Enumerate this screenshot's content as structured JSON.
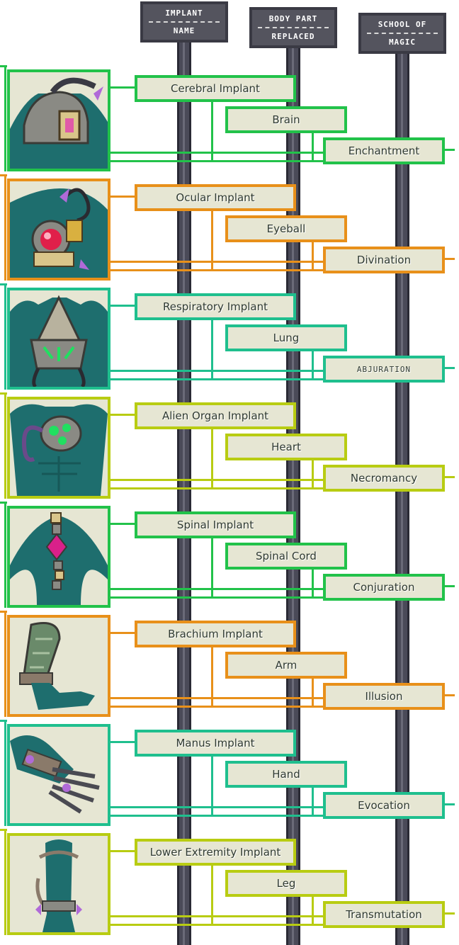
{
  "headers": [
    {
      "line1": "IMPLANT",
      "line2": "NAME"
    },
    {
      "line1": "BODY PART",
      "line2": "REPLACED"
    },
    {
      "line1": "SCHOOL OF",
      "line2": "MAGIC"
    }
  ],
  "colors": {
    "green": "#22c24a",
    "orange": "#e8901a",
    "teal": "#1fbf8e",
    "lime": "#b8cc12",
    "panel": "#e6e6d3",
    "pole": "#3a3a44"
  },
  "implants": [
    {
      "name": "Cerebral Implant",
      "part": "Brain",
      "school": "Enchantment",
      "color": "green",
      "icon": "cerebral-implant-icon"
    },
    {
      "name": "Ocular Implant",
      "part": "Eyeball",
      "school": "Divination",
      "color": "orange",
      "icon": "ocular-implant-icon"
    },
    {
      "name": "Respiratory Implant",
      "part": "Lung",
      "school": "ABJURATION",
      "color": "teal",
      "icon": "respiratory-implant-icon"
    },
    {
      "name": "Alien Organ Implant",
      "part": "Heart",
      "school": "Necromancy",
      "color": "lime",
      "icon": "alien-organ-implant-icon"
    },
    {
      "name": "Spinal Implant",
      "part": "Spinal Cord",
      "school": "Conjuration",
      "color": "green",
      "icon": "spinal-implant-icon"
    },
    {
      "name": "Brachium Implant",
      "part": "Arm",
      "school": "Illusion",
      "color": "orange",
      "icon": "brachium-implant-icon"
    },
    {
      "name": "Manus Implant",
      "part": "Hand",
      "school": "Evocation",
      "color": "teal",
      "icon": "manus-implant-icon"
    },
    {
      "name": "Lower Extremity Implant",
      "part": "Leg",
      "school": "Transmutation",
      "color": "lime",
      "icon": "lower-extremity-implant-icon"
    }
  ]
}
